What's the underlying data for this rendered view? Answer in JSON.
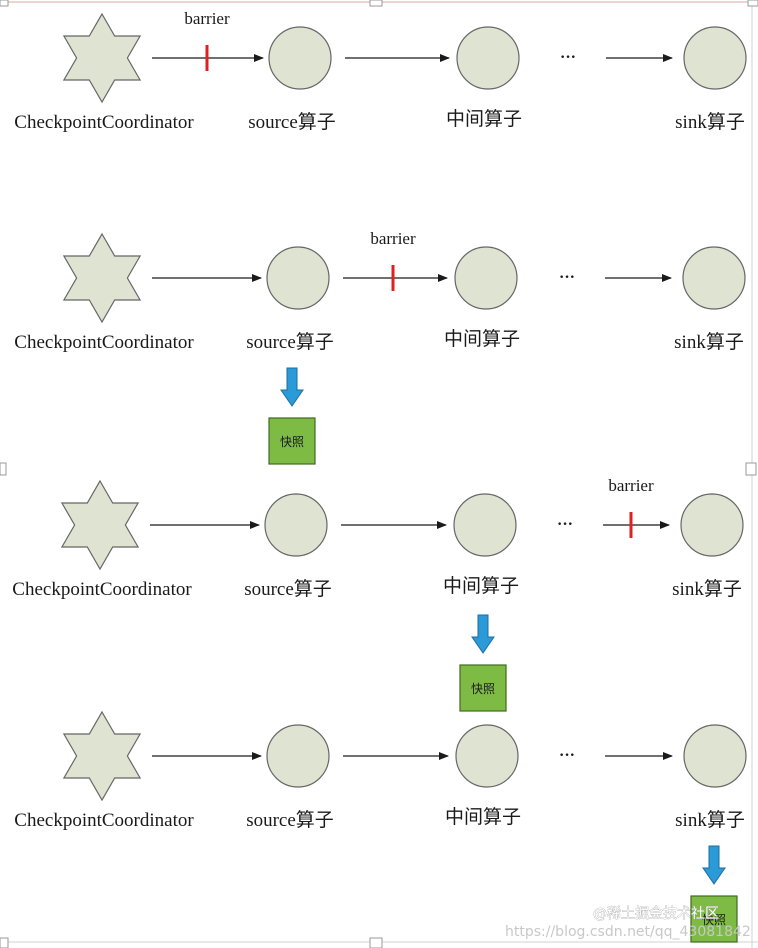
{
  "rows": [
    {
      "coordinator_label": "CheckpointCoordinator",
      "nodes": [
        "source算子",
        "中间算子",
        "sink算子"
      ],
      "ellipsis": "···",
      "barrier": {
        "label": "barrier",
        "position": "coordinator-source"
      },
      "snapshot": null
    },
    {
      "coordinator_label": "CheckpointCoordinator",
      "nodes": [
        "source算子",
        "中间算子",
        "sink算子"
      ],
      "ellipsis": "···",
      "barrier": {
        "label": "barrier",
        "position": "source-middle"
      },
      "snapshot": {
        "label": "快照",
        "under": "source"
      }
    },
    {
      "coordinator_label": "CheckpointCoordinator",
      "nodes": [
        "source算子",
        "中间算子",
        "sink算子"
      ],
      "ellipsis": "···",
      "barrier": {
        "label": "barrier",
        "position": "ellipsis-sink"
      },
      "snapshot": {
        "label": "快照",
        "under": "middle"
      }
    },
    {
      "coordinator_label": "CheckpointCoordinator",
      "nodes": [
        "source算子",
        "中间算子",
        "sink算子"
      ],
      "ellipsis": "···",
      "barrier": null,
      "snapshot": {
        "label": "快照",
        "under": "sink"
      }
    }
  ],
  "watermark": {
    "line1": "@稀土掘金技术社区",
    "line2": "https://blog.csdn.net/qq_43081842"
  },
  "colors": {
    "node_fill": "#dfe3d1",
    "star_fill": "#dfe3d1",
    "outline": "#666666",
    "barrier_mark": "#e02020",
    "snapshot_fill": "#7dbb45",
    "snapshot_arrow": "#2a9ad8"
  }
}
